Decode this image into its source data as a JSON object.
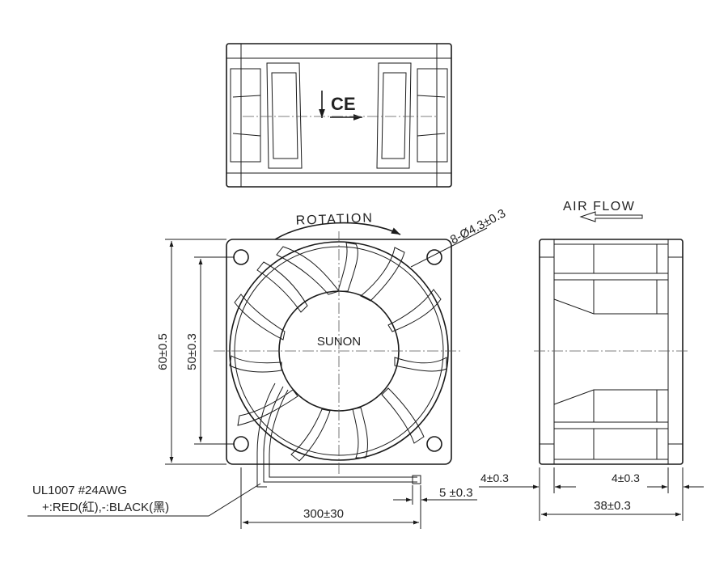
{
  "labels": {
    "rotation": "ROTATION",
    "airflow": "AIR FLOW",
    "hole_spec": "8-Ø4.3±0.3",
    "brand": "SUNON",
    "height_outer": "60±0.5",
    "height_hole": "50±0.3",
    "wire_spec": "UL1007  #24AWG",
    "wire_colors": "+:RED(紅),-:BLACK(黑)",
    "wire_length": "300±30",
    "strip_length": "5 ±0.3",
    "flange_left": "4±0.3",
    "flange_right": "4±0.3",
    "depth": "38±0.3",
    "ce_mark": "CE"
  }
}
